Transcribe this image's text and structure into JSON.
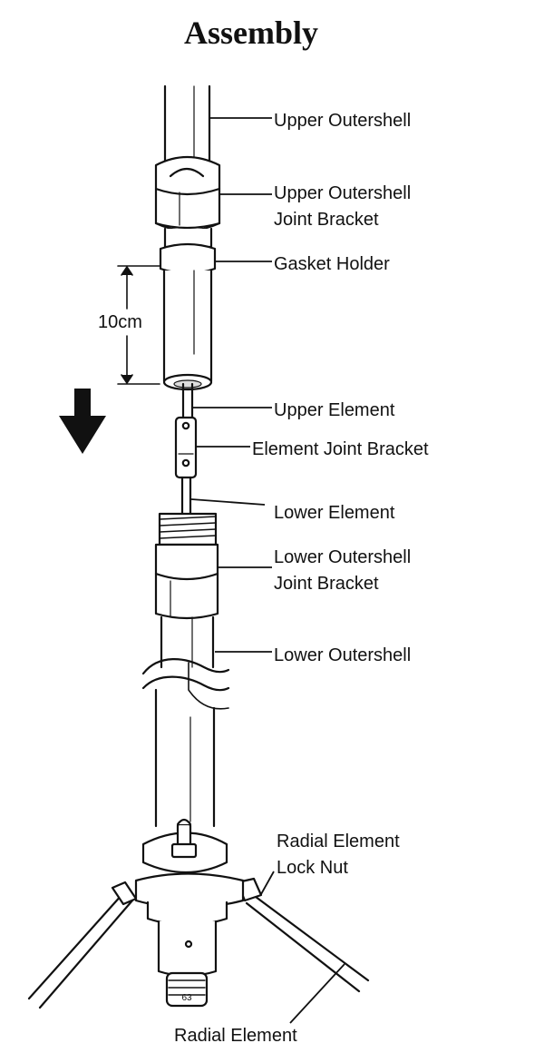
{
  "title": "Assembly",
  "dimension": "10cm",
  "labels": {
    "upper_outershell": "Upper Outershell",
    "upper_joint_line1": "Upper Outershell",
    "upper_joint_line2": "Joint Bracket",
    "gasket_holder": "Gasket Holder",
    "upper_element": "Upper Element",
    "element_joint_bracket": "Element Joint Bracket",
    "lower_element": "Lower Element",
    "lower_joint_line1": "Lower Outershell",
    "lower_joint_line2": "Joint Bracket",
    "lower_outershell": "Lower Outershell",
    "radial_lock_line1": "Radial Element",
    "radial_lock_line2": "Lock Nut",
    "radial_element": "Radial Element"
  },
  "connector_marking": "63"
}
